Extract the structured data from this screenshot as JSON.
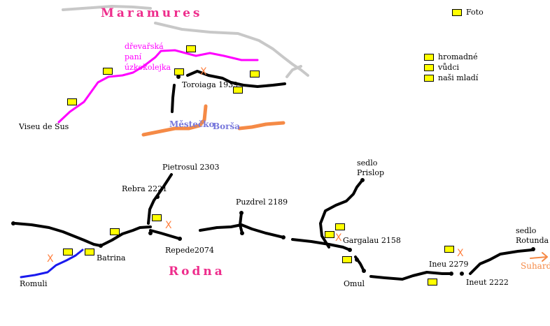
{
  "regions": {
    "maramures": "Maramures",
    "rodna": "Rodna"
  },
  "colors": {
    "region": "#ee2d8c",
    "route": "#000000",
    "railway": "#ff00ff",
    "border": "#c8c8c8",
    "river": "#1a1aee",
    "road_orange": "#f58a46",
    "town": "#7878dc",
    "photo_fill": "#ffff00",
    "camp": "#ff8040"
  },
  "legend": {
    "foto": "Foto",
    "hromadne": "hromadné",
    "vudci": "vůdci",
    "nasi_mladi": "naši mladí"
  },
  "railway_label": {
    "line1": "dřevařská",
    "line2": "paní",
    "line3": "úzkokolejka"
  },
  "towns": {
    "mestecko": "Městečko",
    "borsa": "Borša"
  },
  "places": {
    "viseu": "Viseu de Sus",
    "toroiaga": "Toroiaga 1939",
    "pietrosul": "Pietrosul 2303",
    "rebra": "Rebra 2221",
    "puzdrel": "Puzdrel 2189",
    "sedlo_prislop_1": "sedlo",
    "sedlo_prislop_2": "Prislop",
    "batrina": "Batrina",
    "repede": "Repede2074",
    "gargalau": "Gargalau 2158",
    "romuli": "Romuli",
    "omul": "Omul",
    "ineu": "Ineu 2279",
    "ineut": "Ineut 2222",
    "sedlo_rotunda_1": "sedlo",
    "sedlo_rotunda_2": "Rotunda",
    "suhard": "Suhard"
  },
  "camp_symbol": "X"
}
